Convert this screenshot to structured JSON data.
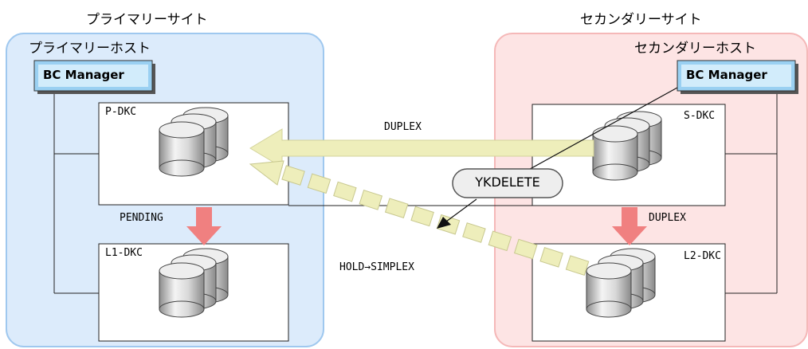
{
  "primary_site": {
    "title": "プライマリーサイト",
    "host_label": "プライマリーホスト",
    "bc_manager": "BC Manager",
    "main_dkc": "P-DKC",
    "local_dkc": "L1-DKC",
    "pair_status": "PENDING"
  },
  "secondary_site": {
    "title": "セカンダリーサイト",
    "host_label": "セカンダリーホスト",
    "bc_manager": "BC Manager",
    "main_dkc": "S-DKC",
    "local_dkc": "L2-DKC",
    "pair_status": "DUPLEX"
  },
  "links": {
    "remote_copy_status": "DUPLEX",
    "delta_status": "HOLD→SIMPLEX",
    "command": "YKDELETE"
  },
  "colors": {
    "primary_bg": "#dcebfb",
    "primary_border": "#9fc8ef",
    "secondary_bg": "#fde4e4",
    "secondary_border": "#f5b8b8",
    "bc_manager_bg": "#9ad0f2",
    "local_arrow": "#f08080",
    "copy_arrow": "#eeeebb",
    "copy_arrow_border": "#d3d39a"
  }
}
